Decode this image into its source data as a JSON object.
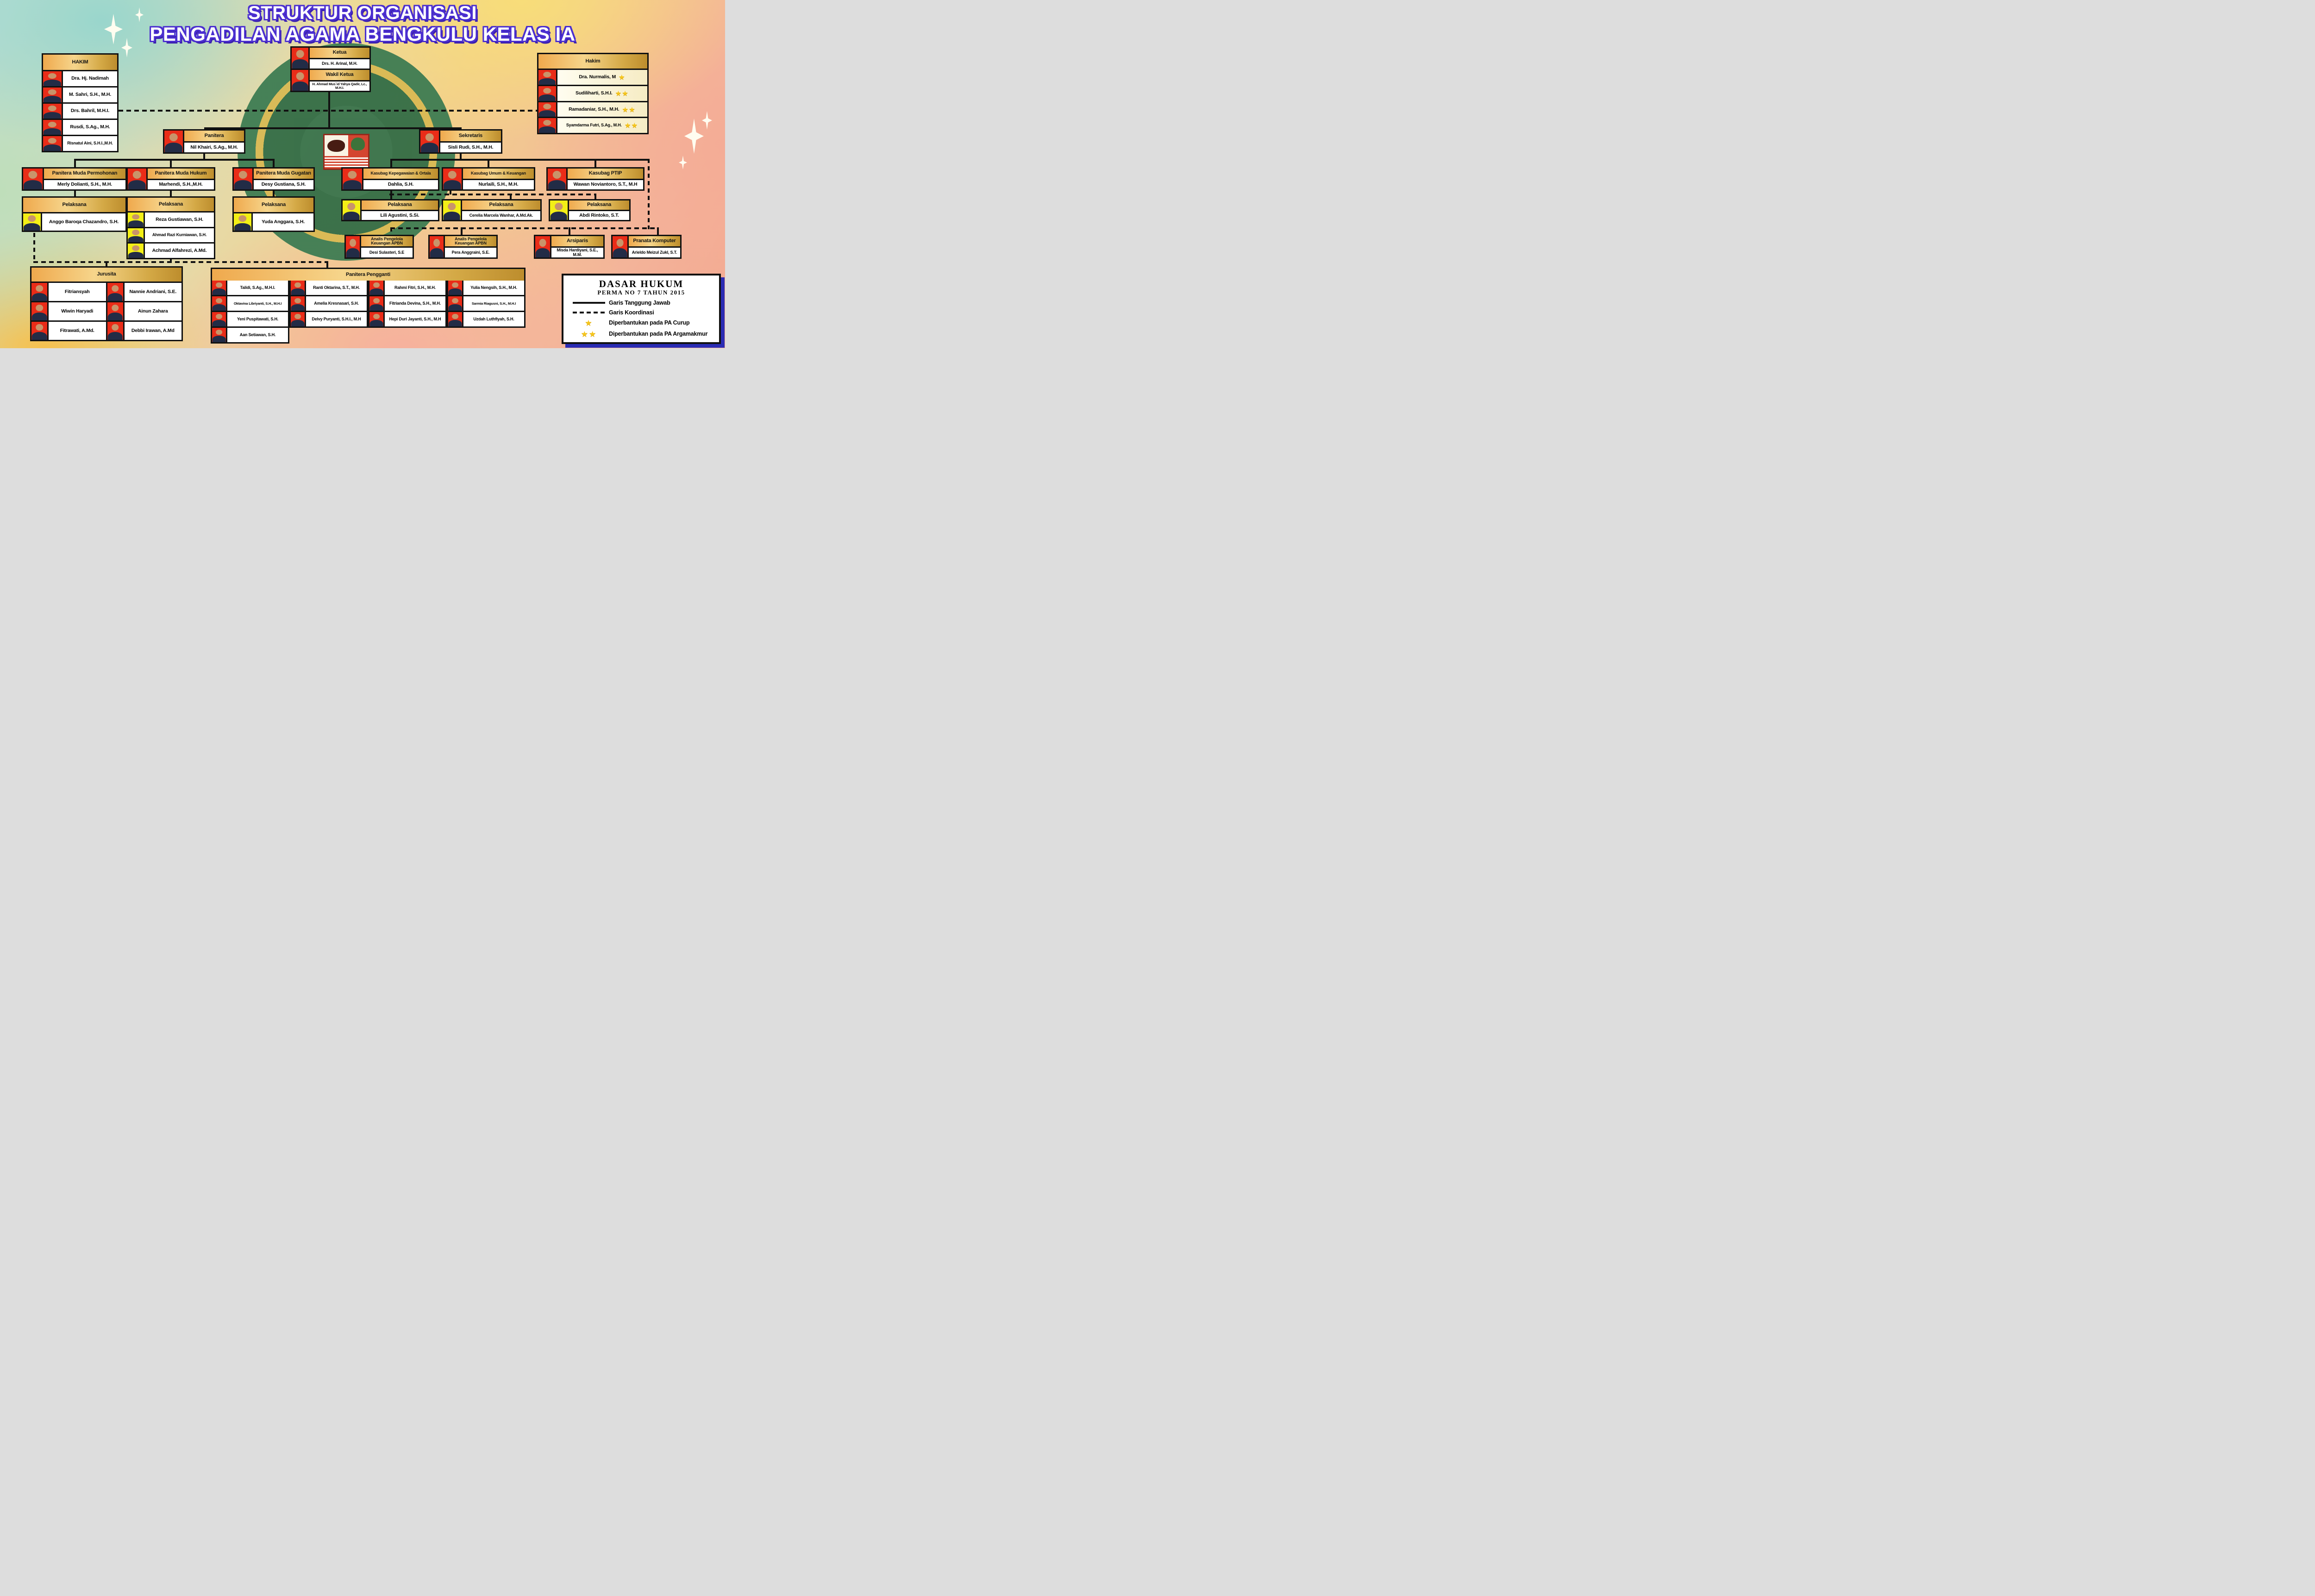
{
  "title": {
    "line1": "STRUKTUR ORGANISASI",
    "line2": "PENGADILAN AGAMA BENGKULU KELAS IA"
  },
  "colors": {
    "accent_gold": "#e9a94a",
    "title_purple": "#4b2fd0",
    "line_black": "#111111",
    "photo_red": "#e92c18",
    "photo_yellow": "#f3ef16",
    "star_gold": "#f6c61c",
    "legend_shadow_blue": "#2b2cb4"
  },
  "leadership": {
    "ketua": {
      "role": "Ketua",
      "name": "Drs. H. Arinal, M.H."
    },
    "wakil_ketua": {
      "role": "Wakil Ketua",
      "name": "H. Ahmad Mus`id Yahya Qadir, Lc., M.H.I."
    }
  },
  "hakim_left": {
    "header": "HAKIM",
    "members": [
      "Dra. Hj. Nadimah",
      "M. Sahri, S.H., M.H.",
      "Drs. Bahril, M.H.I.",
      "Rusdi, S.Ag., M.H.",
      "Risnatul Aini, S.H.I.,M.H."
    ]
  },
  "hakim_right": {
    "header": "Hakim",
    "members": [
      {
        "name": "Dra. Nurmalis, M",
        "stars": 1,
        "stars_display": "★"
      },
      {
        "name": "Sudiliharti, S.H.I.",
        "stars": 2,
        "stars_display": "★★"
      },
      {
        "name": "Ramadaniar, S.H., M.H.",
        "stars": 2,
        "stars_display": "★★"
      },
      {
        "name": "Syamdarma Futri, S.Ag., M.H.",
        "stars": 2,
        "stars_display": "★★"
      }
    ]
  },
  "panitera": {
    "role": "Panitera",
    "name": "Nil Khairi, S.Ag., M.H."
  },
  "sekretaris": {
    "role": "Sekretaris",
    "name": "Sisli Rudi, S.H., M.H."
  },
  "units": {
    "panitera_muda_permohonan": {
      "role": "Panitera Muda Permohonan",
      "name": "Merly Dolianti, S.H., M.H."
    },
    "panitera_muda_hukum": {
      "role": "Panitera Muda Hukum",
      "name": "Marhendi, S.H.,M.H."
    },
    "panitera_muda_gugatan": {
      "role": "Panitera Muda Gugatan",
      "name": "Desy Gustiana, S.H."
    },
    "kasubag_kepegawaian": {
      "role": "Kasubag Kepegawaian & Ortala",
      "name": "Dahlia, S.H."
    },
    "kasubag_umum": {
      "role": "Kasubag Umum & Keuangan",
      "name": "Nurlaili, S.H., M.H."
    },
    "kasubag_ptip": {
      "role": "Kasubag PTIP",
      "name": "Wawan Noviantoro, S.T., M.H"
    }
  },
  "pelaksana_permohonan": {
    "header": "Pelaksana",
    "members": [
      "Anggo Baroqa Chazandro, S.H."
    ]
  },
  "pelaksana_hukum": {
    "header": "Pelaksana",
    "members": [
      "Reza Gustiawan, S.H.",
      "Ahmad Razi Kurniawan, S.H.",
      "Achmad Alfahrezi, A.Md."
    ]
  },
  "pelaksana_gugatan": {
    "header": "Pelaksana",
    "members": [
      "Yuda Anggara, S.H."
    ]
  },
  "pelaksana_kepegawaian": {
    "header": "Pelaksana",
    "name": "Lili Agustini, S.Si."
  },
  "pelaksana_umum": {
    "header": "Pelaksana",
    "name": "Cerelia Marcela Wanhar, A.Md.Ak."
  },
  "pelaksana_ptip": {
    "header": "Pelaksana",
    "name": "Abdi Rintoko, S.T."
  },
  "bottom_row": [
    {
      "role": "Analis Pengelola Keuangan APBN",
      "name": "Desi Sulasteri, S.E"
    },
    {
      "role": "Analis Pengelola Keuangan APBN",
      "name": "Pera Anggraini, S.E."
    },
    {
      "role": "Arsiparis",
      "name": "Misda Hardiyani, S.E., M.M."
    },
    {
      "role": "Pranata Komputer",
      "name": "Arieldo Meizul Zukl, S.T."
    }
  ],
  "jurusita": {
    "header": "Jurusita",
    "rows": [
      [
        "Fitriansyah",
        "Nannie Andriani, S.E."
      ],
      [
        "Wiwin Haryadi",
        "Ainun Zahara"
      ],
      [
        "Fitrawati, A.Md.",
        "Debbi Irawan, A.Md"
      ]
    ]
  },
  "panitera_pengganti": {
    "header": "Panitera Pengganti",
    "columns": [
      [
        "Talidi, S.Ag., M.H.I.",
        "Oktavina Libriyanti, S.H., M.H.I",
        "Yeni Puspitawati, S.H.",
        "Aan Setiawan, S.H."
      ],
      [
        "Ranti Oktarina, S.T., M.H.",
        "Amelia Kresnasari, S.H.",
        "Delvy Puryanti, S.H.I., M.H"
      ],
      [
        "Rahmi Fitri, S.H., M.H.",
        "Fitrianda Devina, S.H., M.H.",
        "Hepi Duri Jayanti, S.H., M.H"
      ],
      [
        "Yulia Nengsih, S.H., M.H.",
        "Sarmia Riagusni, S.H., M.H.I",
        "Uzdah Luthfiyah, S.H."
      ]
    ]
  },
  "legend": {
    "title": "DASAR HUKUM",
    "subtitle": "PERMA NO 7 TAHUN 2015",
    "items": [
      {
        "type": "solid-line",
        "label": "Garis Tanggung Jawab"
      },
      {
        "type": "dashed-line",
        "label": "Garis Koordinasi"
      },
      {
        "type": "star",
        "symbol": "★",
        "label": "Diperbantukan pada PA Curup"
      },
      {
        "type": "stars",
        "symbol": "★★",
        "label": "Diperbantukan pada PA Argamakmur"
      }
    ]
  }
}
